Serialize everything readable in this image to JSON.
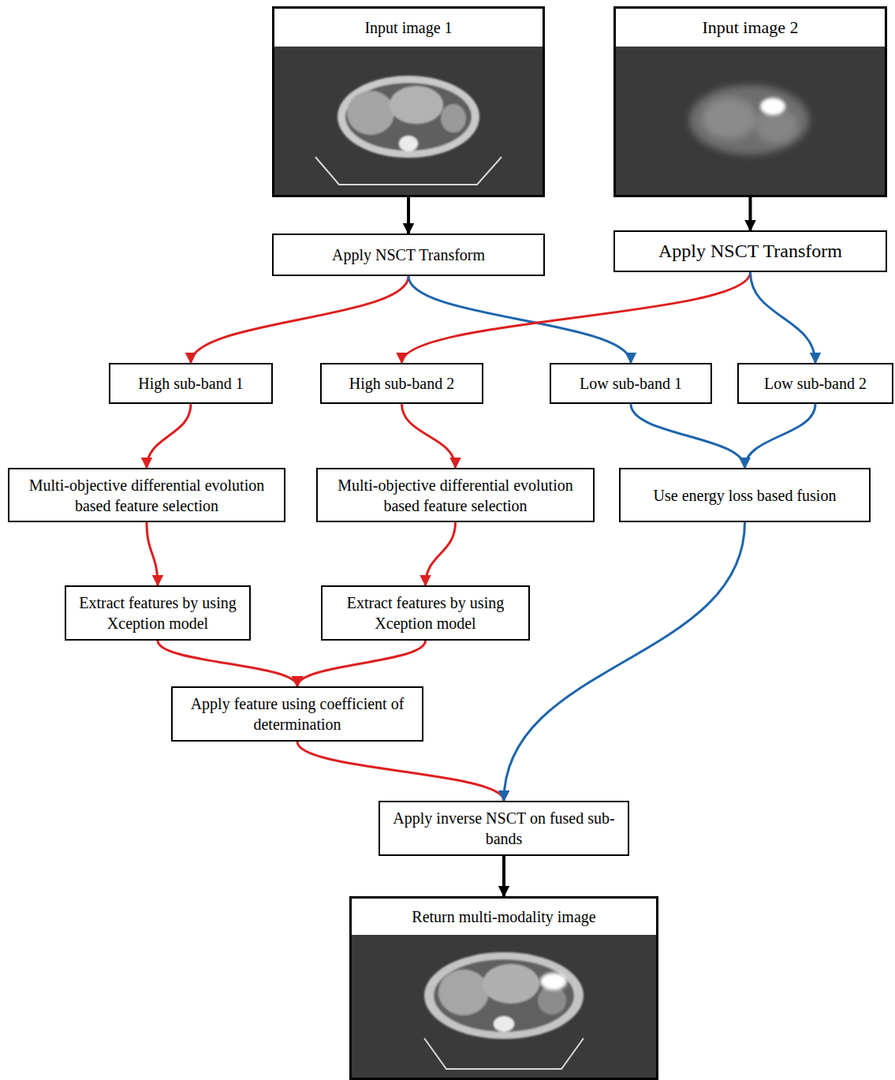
{
  "diagram": {
    "nodes": [
      {
        "text": [
          "Input image 1"
        ]
      },
      {
        "text": [
          "Input image 2"
        ]
      },
      {
        "text": [
          "Apply NSCT Transform"
        ]
      },
      {
        "text": [
          "Apply NSCT Transform"
        ]
      },
      {
        "text": [
          "High sub-band 1"
        ]
      },
      {
        "text": [
          "High sub-band 2"
        ]
      },
      {
        "text": [
          "Low sub-band 1"
        ]
      },
      {
        "text": [
          "Low sub-band 2"
        ]
      },
      {
        "text": [
          "Multi-objective differential evolution based feature selection"
        ]
      },
      {
        "text": [
          "Multi-objective differential evolution based feature selection"
        ]
      },
      {
        "text": [
          "Use energy loss based fusion"
        ]
      },
      {
        "text": [
          "Extract features by using Xception model"
        ]
      },
      {
        "text": [
          "Extract features by using Xception model"
        ]
      },
      {
        "text": [
          "Apply feature using coefficient of determination"
        ]
      },
      {
        "text": [
          "Apply inverse NSCT on fused sub-bands"
        ]
      },
      {
        "text": [
          "Return multi-modality image"
        ]
      }
    ],
    "edges": [
      {
        "from": 0,
        "to": 2,
        "arrow": "to"
      },
      {
        "from": 1,
        "to": 3,
        "arrow": "to"
      },
      {
        "from": 2,
        "to": 4,
        "arrow": "to"
      },
      {
        "from": 2,
        "to": 6,
        "arrow": "to"
      },
      {
        "from": 3,
        "to": 5,
        "arrow": "to"
      },
      {
        "from": 3,
        "to": 7,
        "arrow": "to"
      },
      {
        "from": 4,
        "to": 8,
        "arrow": "to"
      },
      {
        "from": 5,
        "to": 9,
        "arrow": "to"
      },
      {
        "from": 6,
        "to": 10,
        "arrow": "to"
      },
      {
        "from": 7,
        "to": 10,
        "arrow": "to"
      },
      {
        "from": 8,
        "to": 11,
        "arrow": "to"
      },
      {
        "from": 9,
        "to": 12,
        "arrow": "to"
      },
      {
        "from": 11,
        "to": 13,
        "arrow": "to"
      },
      {
        "from": 12,
        "to": 13,
        "arrow": "to"
      },
      {
        "from": 13,
        "to": 14,
        "arrow": "to"
      },
      {
        "from": 10,
        "to": 14,
        "arrow": "to"
      },
      {
        "from": 14,
        "to": 15,
        "arrow": "to"
      }
    ]
  }
}
